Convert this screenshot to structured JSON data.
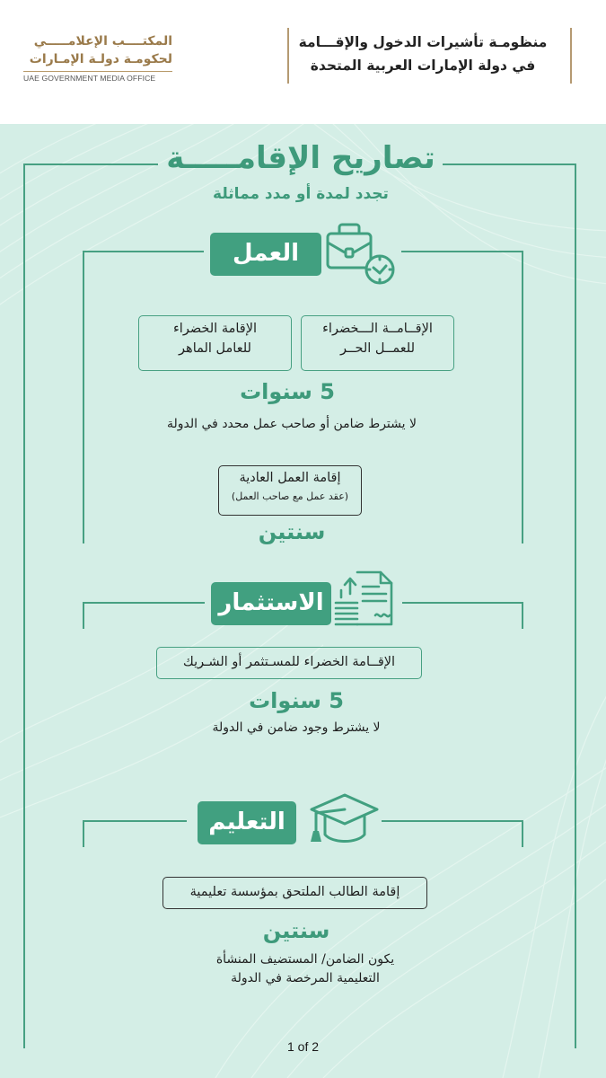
{
  "header": {
    "logo": {
      "line1": "المكتــــب الإعلامـــــي",
      "line2": "لحكومـة دولـة الإمـارات",
      "english": "UAE GOVERNMENT MEDIA OFFICE"
    },
    "title_line1": "منظومـة تأشيرات الدخول والإقـــامة",
    "title_line2": "في دولة الإمارات العربية المتحدة"
  },
  "main": {
    "title": "تصاريح الإقامـــــة",
    "subtitle": "تجدد لمدة أو مدد مماثلة"
  },
  "sections": {
    "work": {
      "label": "العمل",
      "icon": "briefcase-clock-icon",
      "green_freelance": {
        "line1": "الإقــامــة الـــخضراء",
        "line2": "للعمــل الحــر"
      },
      "green_skilled": {
        "line1": "الإقامة الخضراء",
        "line2": "للعامل الماهر"
      },
      "green_duration": "5  سنوات",
      "green_note": "لا يشترط ضامن أو صاحب عمل محدد في الدولة",
      "regular": {
        "line1": "إقامة العمل العادية",
        "line2": "(عقد عمل مع صاحب العمل)"
      },
      "regular_duration": "سنتين"
    },
    "investment": {
      "label": "الاستثمار",
      "icon": "investment-document-icon",
      "box": "الإقــامة الخضراء للمسـتثمر أو الشـريك",
      "duration": "5  سنوات",
      "note": "لا يشترط وجود ضامن في الدولة"
    },
    "education": {
      "label": "التعليم",
      "icon": "graduation-cap-icon",
      "box": "إقامة الطالب الملتحق بمؤسسة تعليمية",
      "duration": "سنتين",
      "note_line1": "يكون الضامن/ المستضيف المنشأة",
      "note_line2": "التعليمية المرخصة في الدولة"
    }
  },
  "footer": {
    "page": "1 of 2"
  },
  "colors": {
    "accent": "#41a080",
    "background": "#d4eee6",
    "gold": "#9a7a4a"
  }
}
